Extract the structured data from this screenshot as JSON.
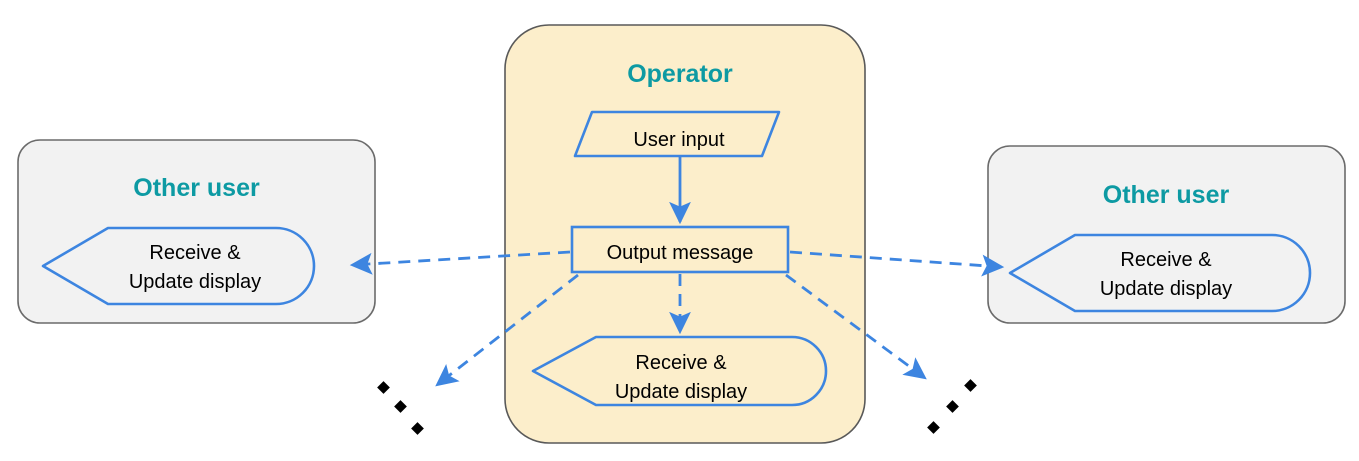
{
  "diagram": {
    "type": "flowchart",
    "background_color": "#ffffff",
    "colors": {
      "lane_title_teal": "#0d9aa3",
      "node_stroke_blue": "#3d85e0",
      "arrow_blue": "#3d85e0",
      "operator_fill": "#fceecb",
      "operator_stroke": "#595959",
      "otheruser_fill": "#f2f2f2",
      "otheruser_stroke": "#666666",
      "text_black": "#000000",
      "dot_black": "#000000"
    },
    "lanes": [
      {
        "id": "other-user-left",
        "title": "Other user",
        "nodes": [
          {
            "id": "left-receive",
            "shape": "delay-receive",
            "lines": [
              "Receive &",
              "Update display"
            ]
          }
        ]
      },
      {
        "id": "operator",
        "title": "Operator",
        "nodes": [
          {
            "id": "user-input",
            "shape": "parallelogram-data",
            "lines": [
              "User input"
            ]
          },
          {
            "id": "output-message",
            "shape": "rectangle-process",
            "lines": [
              "Output message"
            ]
          },
          {
            "id": "operator-receive",
            "shape": "delay-receive",
            "lines": [
              "Receive &",
              "Update display"
            ]
          }
        ]
      },
      {
        "id": "other-user-right",
        "title": "Other user",
        "nodes": [
          {
            "id": "right-receive",
            "shape": "delay-receive",
            "lines": [
              "Receive &",
              "Update display"
            ]
          }
        ]
      }
    ],
    "connectors": [
      {
        "id": "user-input-to-output",
        "style": "solid",
        "from": "user-input",
        "to": "output-message",
        "direction": "down"
      },
      {
        "id": "output-to-left-receive",
        "style": "dashed",
        "from": "output-message",
        "to": "left-receive",
        "direction": "left"
      },
      {
        "id": "output-to-right-receive",
        "style": "dashed",
        "from": "output-message",
        "to": "right-receive",
        "direction": "right"
      },
      {
        "id": "output-to-operator-receive",
        "style": "dashed",
        "from": "output-message",
        "to": "operator-receive",
        "direction": "down"
      },
      {
        "id": "output-to-more-left",
        "style": "dashed",
        "from": "output-message",
        "to": "ellipsis-left",
        "direction": "down-left"
      },
      {
        "id": "output-to-more-right",
        "style": "dashed",
        "from": "output-message",
        "to": "ellipsis-right",
        "direction": "down-right"
      }
    ],
    "ellipses": [
      {
        "id": "ellipsis-left",
        "symbol": "three-diamond-dots",
        "count": 3
      },
      {
        "id": "ellipsis-right",
        "symbol": "three-diamond-dots",
        "count": 3
      }
    ]
  }
}
